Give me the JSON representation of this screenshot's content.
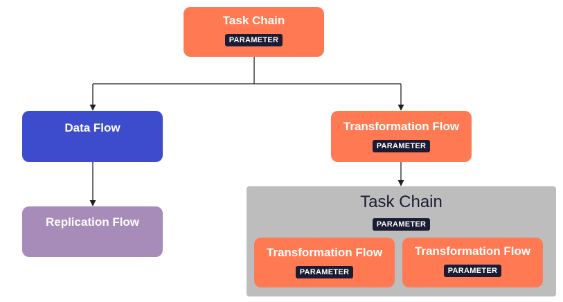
{
  "colors": {
    "orange": "#ff7a52",
    "blue": "#3c4ccc",
    "purple": "#a78bb8",
    "gray": "#bdbdbd",
    "badge": "#1b1b33",
    "line": "#1f1f1f"
  },
  "root": {
    "title": "Task Chain",
    "badge": "PARAMETER"
  },
  "data_flow": {
    "title": "Data Flow"
  },
  "transformation_flow": {
    "title": "Transformation Flow",
    "badge": "PARAMETER"
  },
  "replication_flow": {
    "title": "Replication Flow"
  },
  "nested_chain": {
    "title": "Task Chain",
    "badge": "PARAMETER",
    "children": [
      {
        "title": "Transformation Flow",
        "badge": "PARAMETER"
      },
      {
        "title": "Transformation Flow",
        "badge": "PARAMETER"
      }
    ]
  }
}
